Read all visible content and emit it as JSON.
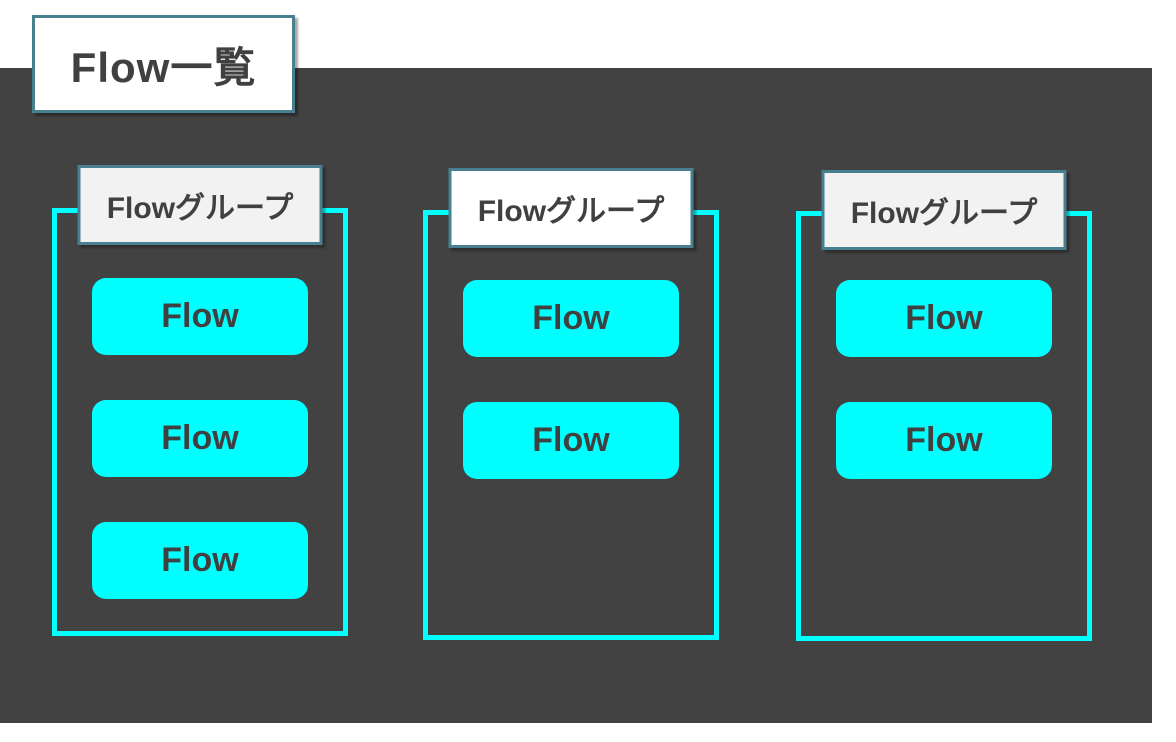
{
  "title": "Flow一覧",
  "groups": [
    {
      "label": "Flowグループ",
      "label_bg": "#F2F2F2",
      "flows": [
        "Flow",
        "Flow",
        "Flow"
      ]
    },
    {
      "label": "Flowグループ",
      "label_bg": "#FFFFFF",
      "flows": [
        "Flow",
        "Flow"
      ]
    },
    {
      "label": "Flowグループ",
      "label_bg": "#F2F2F2",
      "flows": [
        "Flow",
        "Flow"
      ]
    }
  ],
  "colors": {
    "panel_bg": "#424242",
    "accent_cyan": "#00FFFF",
    "teal_border": "#48808F",
    "text_dark": "#404040",
    "page_bg": "#FFFFFF"
  }
}
